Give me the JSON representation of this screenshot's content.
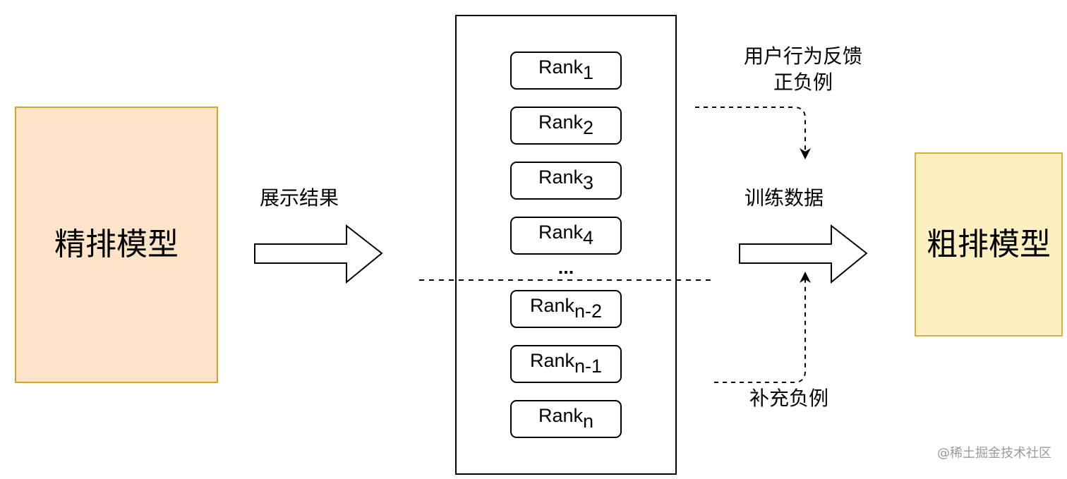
{
  "nodes": {
    "fine_rank_model": {
      "label": "精排模型",
      "fill": "#fde3c8",
      "stroke": "#d6a22a"
    },
    "coarse_rank_model": {
      "label": "粗排模型",
      "fill": "#fdf0c0",
      "stroke": "#d6b040"
    },
    "rank_list": {
      "items": [
        {
          "base": "Rank",
          "sub": "1"
        },
        {
          "base": "Rank",
          "sub": "2"
        },
        {
          "base": "Rank",
          "sub": "3"
        },
        {
          "base": "Rank",
          "sub": "4"
        },
        {
          "base": "Rank",
          "sub": "n-2"
        },
        {
          "base": "Rank",
          "sub": "n-1"
        },
        {
          "base": "Rank",
          "sub": "n"
        }
      ],
      "ellipsis": "..."
    }
  },
  "edges": {
    "display_results": "展示结果",
    "training_data": "训练数据",
    "user_feedback_line1": "用户行为反馈",
    "user_feedback_line2": "正负例",
    "supplement_negatives": "补充负例"
  },
  "watermark": "@稀土掘金技术社区"
}
